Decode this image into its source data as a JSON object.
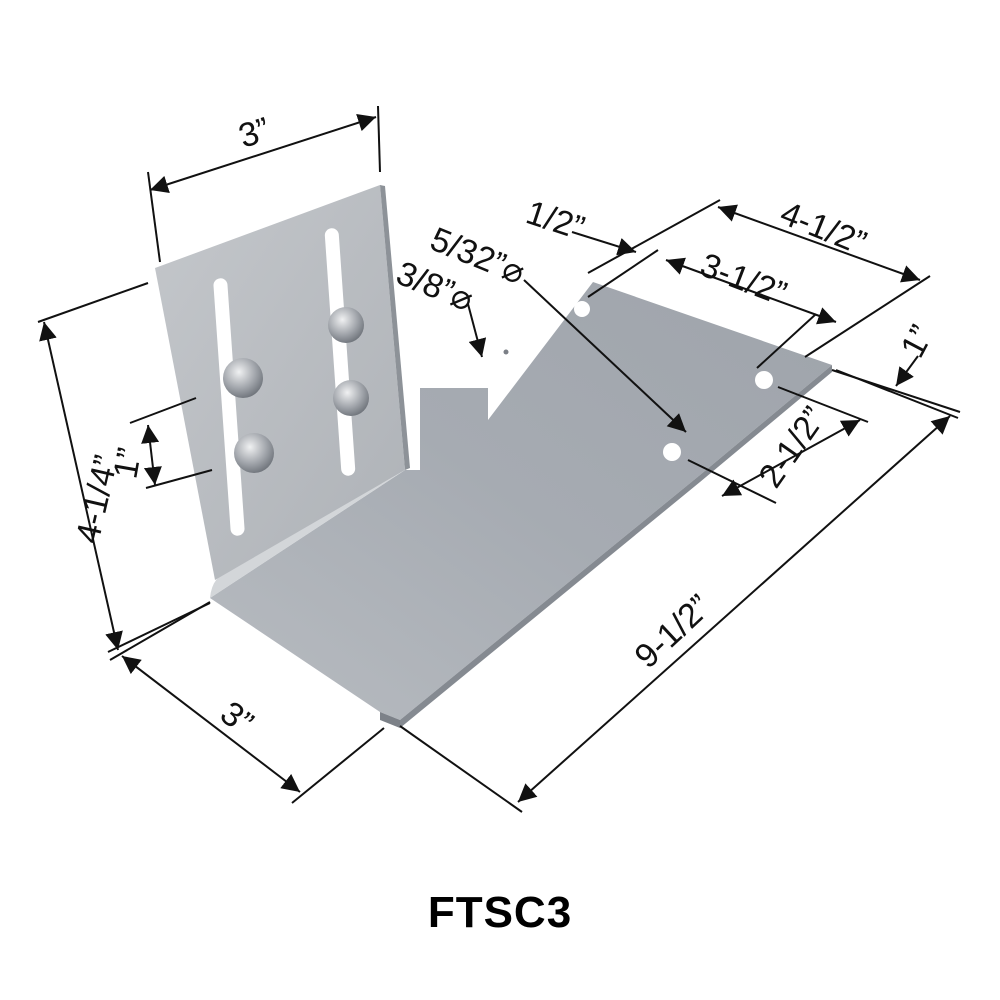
{
  "product": {
    "model": "FTSC3"
  },
  "dimensions": {
    "top_width": "3”",
    "vertical_height": "4-1/4”",
    "slot_spacing": "1”",
    "base_depth": "3”",
    "overall_length": "9-1/2”",
    "tab_width_outer": "4-1/2”",
    "hole_spacing_inner": "3-1/2”",
    "edge_offset_half": "1/2”",
    "edge_offset_one": "1”",
    "hole_row_spacing": "2-1/2”",
    "small_hole_dia": "5/32”⌀",
    "large_hole_dia": "3/8”⌀"
  },
  "colors": {
    "metal_light": "#c9ccd0",
    "metal_mid": "#a9adb3",
    "metal_dark": "#8e939a",
    "ink": "#111111"
  }
}
